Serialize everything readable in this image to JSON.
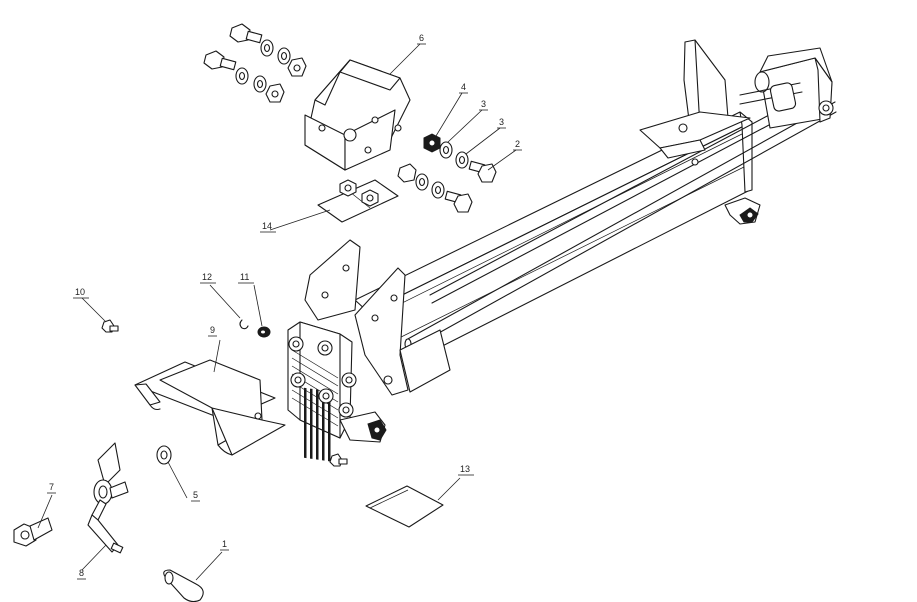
{
  "diagram": {
    "callouts": [
      {
        "id": "c1",
        "label": "1"
      },
      {
        "id": "c2",
        "label": "2"
      },
      {
        "id": "c3a",
        "label": "3"
      },
      {
        "id": "c3b",
        "label": "3"
      },
      {
        "id": "c4",
        "label": "4"
      },
      {
        "id": "c5",
        "label": "5"
      },
      {
        "id": "c6",
        "label": "6"
      },
      {
        "id": "c7",
        "label": "7"
      },
      {
        "id": "c8",
        "label": "8"
      },
      {
        "id": "c9",
        "label": "9"
      },
      {
        "id": "c10",
        "label": "10"
      },
      {
        "id": "c11",
        "label": "11"
      },
      {
        "id": "c12",
        "label": "12"
      },
      {
        "id": "c13",
        "label": "13"
      },
      {
        "id": "c14",
        "label": "14"
      }
    ]
  }
}
